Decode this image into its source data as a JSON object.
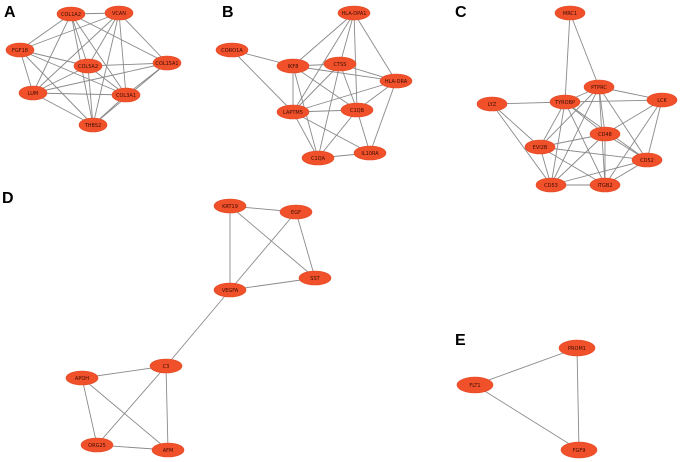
{
  "colors": {
    "node_fill": "#f0502a",
    "node_stroke": "#e24a25",
    "edge": "#8a8a8a",
    "label": "#3a0e06",
    "background": "#ffffff"
  },
  "panels": [
    {
      "id": "A",
      "letter": "A",
      "nodes": [
        "COL1A2",
        "VCAN",
        "FGF18",
        "COL5A2",
        "COL15A1",
        "LUM",
        "COL3A1",
        "THBS2"
      ],
      "edges": [
        [
          "COL1A2",
          "VCAN"
        ],
        [
          "COL1A2",
          "FGF18"
        ],
        [
          "COL1A2",
          "COL5A2"
        ],
        [
          "COL1A2",
          "COL15A1"
        ],
        [
          "COL1A2",
          "LUM"
        ],
        [
          "COL1A2",
          "COL3A1"
        ],
        [
          "COL1A2",
          "THBS2"
        ],
        [
          "VCAN",
          "FGF18"
        ],
        [
          "VCAN",
          "COL5A2"
        ],
        [
          "VCAN",
          "COL15A1"
        ],
        [
          "VCAN",
          "LUM"
        ],
        [
          "VCAN",
          "COL3A1"
        ],
        [
          "VCAN",
          "THBS2"
        ],
        [
          "FGF18",
          "COL5A2"
        ],
        [
          "FGF18",
          "LUM"
        ],
        [
          "FGF18",
          "COL3A1"
        ],
        [
          "FGF18",
          "THBS2"
        ],
        [
          "COL5A2",
          "COL15A1"
        ],
        [
          "COL5A2",
          "LUM"
        ],
        [
          "COL5A2",
          "COL3A1"
        ],
        [
          "COL5A2",
          "THBS2"
        ],
        [
          "COL15A1",
          "COL3A1"
        ],
        [
          "COL15A1",
          "LUM"
        ],
        [
          "COL15A1",
          "THBS2"
        ],
        [
          "LUM",
          "COL3A1"
        ],
        [
          "LUM",
          "THBS2"
        ],
        [
          "COL3A1",
          "THBS2"
        ]
      ]
    },
    {
      "id": "B",
      "letter": "B",
      "nodes": [
        "HLA-DPA1",
        "CORO1A",
        "IKF8",
        "CTSS",
        "HLA-DRA",
        "LAPTM5",
        "C1QB",
        "C1QA",
        "IL10RA"
      ],
      "edges": [
        [
          "HLA-DPA1",
          "IKF8"
        ],
        [
          "HLA-DPA1",
          "CTSS"
        ],
        [
          "HLA-DPA1",
          "HLA-DRA"
        ],
        [
          "HLA-DPA1",
          "LAPTM5"
        ],
        [
          "HLA-DPA1",
          "C1QB"
        ],
        [
          "CORO1A",
          "IKF8"
        ],
        [
          "CORO1A",
          "LAPTM5"
        ],
        [
          "IKF8",
          "CTSS"
        ],
        [
          "IKF8",
          "HLA-DRA"
        ],
        [
          "IKF8",
          "LAPTM5"
        ],
        [
          "IKF8",
          "C1QB"
        ],
        [
          "IKF8",
          "C1QA"
        ],
        [
          "CTSS",
          "HLA-DRA"
        ],
        [
          "CTSS",
          "LAPTM5"
        ],
        [
          "CTSS",
          "C1QB"
        ],
        [
          "CTSS",
          "C1QA"
        ],
        [
          "HLA-DRA",
          "LAPTM5"
        ],
        [
          "HLA-DRA",
          "C1QB"
        ],
        [
          "HLA-DRA",
          "IL10RA"
        ],
        [
          "LAPTM5",
          "C1QB"
        ],
        [
          "LAPTM5",
          "C1QA"
        ],
        [
          "LAPTM5",
          "IL10RA"
        ],
        [
          "C1QB",
          "C1QA"
        ],
        [
          "C1QB",
          "IL10RA"
        ],
        [
          "C1QA",
          "IL10RA"
        ]
      ]
    },
    {
      "id": "C",
      "letter": "C",
      "nodes": [
        "MRC1",
        "PTPRC",
        "LYZ",
        "TYROBP",
        "LCK",
        "CD48",
        "EVI2B",
        "CD52",
        "CD53",
        "ITGB2"
      ],
      "edges": [
        [
          "MRC1",
          "PTPRC"
        ],
        [
          "MRC1",
          "TYROBP"
        ],
        [
          "PTPRC",
          "TYROBP"
        ],
        [
          "PTPRC",
          "LCK"
        ],
        [
          "PTPRC",
          "CD48"
        ],
        [
          "PTPRC",
          "EVI2B"
        ],
        [
          "PTPRC",
          "CD52"
        ],
        [
          "PTPRC",
          "CD53"
        ],
        [
          "PTPRC",
          "ITGB2"
        ],
        [
          "LYZ",
          "TYROBP"
        ],
        [
          "LYZ",
          "EVI2B"
        ],
        [
          "LYZ",
          "CD53"
        ],
        [
          "TYROBP",
          "CD48"
        ],
        [
          "TYROBP",
          "EVI2B"
        ],
        [
          "TYROBP",
          "CD52"
        ],
        [
          "TYROBP",
          "CD53"
        ],
        [
          "TYROBP",
          "ITGB2"
        ],
        [
          "TYROBP",
          "LCK"
        ],
        [
          "LCK",
          "CD48"
        ],
        [
          "LCK",
          "CD52"
        ],
        [
          "LCK",
          "ITGB2"
        ],
        [
          "CD48",
          "EVI2B"
        ],
        [
          "CD48",
          "CD52"
        ],
        [
          "CD48",
          "CD53"
        ],
        [
          "CD48",
          "ITGB2"
        ],
        [
          "EVI2B",
          "CD53"
        ],
        [
          "EVI2B",
          "ITGB2"
        ],
        [
          "EVI2B",
          "CD52"
        ],
        [
          "CD52",
          "ITGB2"
        ],
        [
          "CD52",
          "CD53"
        ],
        [
          "CD53",
          "ITGB2"
        ]
      ]
    },
    {
      "id": "D",
      "letter": "D",
      "nodes": [
        "KRT19",
        "EGF",
        "SST",
        "VEGFA",
        "C3",
        "APOH",
        "ORG25",
        "AFM"
      ],
      "edges": [
        [
          "KRT19",
          "EGF"
        ],
        [
          "KRT19",
          "SST"
        ],
        [
          "KRT19",
          "VEGFA"
        ],
        [
          "EGF",
          "VEGFA"
        ],
        [
          "EGF",
          "SST"
        ],
        [
          "VEGFA",
          "SST"
        ],
        [
          "VEGFA",
          "C3"
        ],
        [
          "C3",
          "APOH"
        ],
        [
          "C3",
          "ORG25"
        ],
        [
          "C3",
          "AFM"
        ],
        [
          "APOH",
          "ORG25"
        ],
        [
          "APOH",
          "AFM"
        ],
        [
          "ORG25",
          "AFM"
        ]
      ]
    },
    {
      "id": "E",
      "letter": "E",
      "nodes": [
        "PROM1",
        "FLT1",
        "FGF9"
      ],
      "edges": [
        [
          "PROM1",
          "FLT1"
        ],
        [
          "PROM1",
          "FGF9"
        ],
        [
          "FLT1",
          "FGF9"
        ]
      ]
    }
  ]
}
